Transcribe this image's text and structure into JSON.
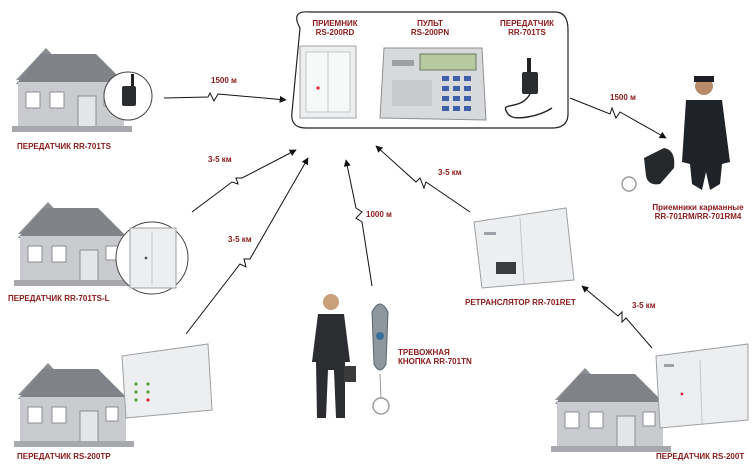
{
  "colors": {
    "label": "#8a1a1a",
    "arrow": "#111111",
    "house_roof": "#8a8d92",
    "house_wall": "#c9cbce",
    "device": "#eceeef"
  },
  "center": {
    "receiver": {
      "title": "ПРИЕМНИК",
      "model": "RS-200RD"
    },
    "console": {
      "title": "ПУЛЬТ",
      "model": "RS-200PN"
    },
    "transmitter": {
      "title": "ПЕРЕДАТЧИК",
      "model": "RR-701TS"
    }
  },
  "nodes": {
    "house1": {
      "label": "ПЕРЕДАТЧИК RR-701TS"
    },
    "house2": {
      "label": "ПЕРЕДАТЧИК RR-701TS-L"
    },
    "house3": {
      "label": "ПЕРЕДАТЧИК RS-200TP"
    },
    "house4": {
      "label": "ПЕРЕДАТЧИК RS-200T"
    },
    "panic": {
      "line1": "ТРЕВОЖНАЯ",
      "line2": "КНОПКА RR-701TN"
    },
    "repeater": {
      "label": "РЕТРАНСЛЯТОР RR-701RET"
    },
    "guard": {
      "line1": "Приемники карманные",
      "line2": "RR-701RM/RR-701RM4"
    }
  },
  "distances": {
    "d1": "1500 м",
    "d2": "3-5 км",
    "d3": "3-5 км",
    "d4": "1000 м",
    "d5": "3-5 км",
    "d6": "3-5 км",
    "d7": "1500 м"
  },
  "icons": [
    "house-icon",
    "antenna-icon",
    "receiver-icon",
    "console-icon",
    "keyfob-icon",
    "guard-icon",
    "businessman-icon",
    "repeater-icon"
  ]
}
